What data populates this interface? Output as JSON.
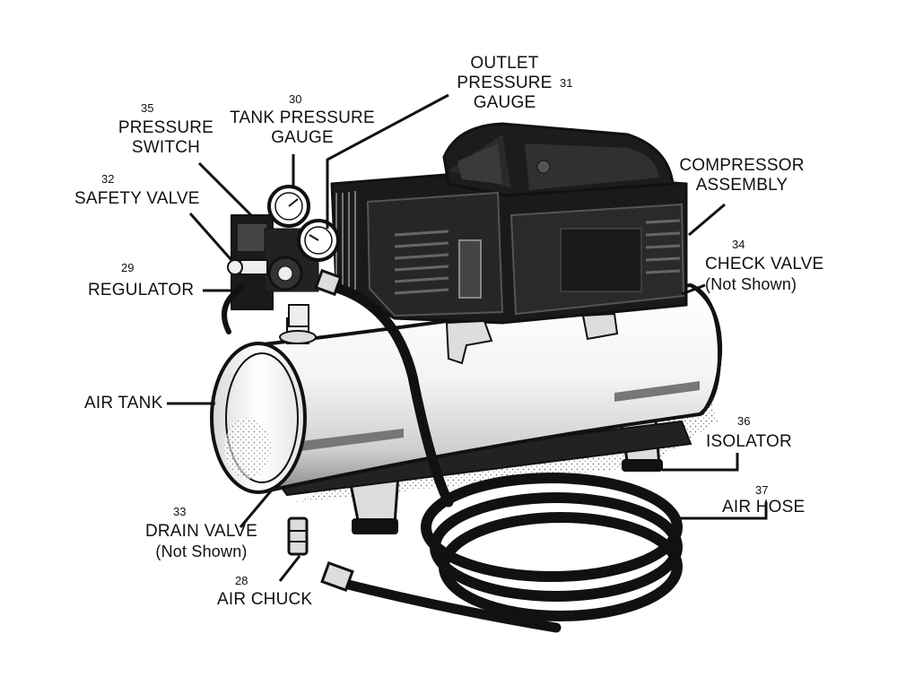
{
  "diagram": {
    "parts": [
      {
        "id": "outlet_gauge",
        "number": "31",
        "lines": [
          "OUTLET",
          "PRESSURE",
          "GAUGE"
        ]
      },
      {
        "id": "tank_gauge",
        "number": "30",
        "lines": [
          "TANK PRESSURE",
          "GAUGE"
        ]
      },
      {
        "id": "pressure_switch",
        "number": "35",
        "lines": [
          "PRESSURE",
          "SWITCH"
        ]
      },
      {
        "id": "safety_valve",
        "number": "32",
        "lines": [
          "SAFETY VALVE"
        ]
      },
      {
        "id": "regulator",
        "number": "29",
        "lines": [
          "REGULATOR"
        ]
      },
      {
        "id": "air_tank",
        "number": "",
        "lines": [
          "AIR TANK"
        ]
      },
      {
        "id": "compressor_assembly",
        "number": "",
        "lines": [
          "COMPRESSOR",
          "ASSEMBLY"
        ]
      },
      {
        "id": "check_valve",
        "number": "34",
        "lines": [
          "CHECK VALVE",
          "(Not Shown)"
        ]
      },
      {
        "id": "isolator",
        "number": "36",
        "lines": [
          "ISOLATOR"
        ]
      },
      {
        "id": "air_hose",
        "number": "37",
        "lines": [
          "AIR HOSE"
        ]
      },
      {
        "id": "drain_valve",
        "number": "33",
        "lines": [
          "DRAIN VALVE",
          "(Not Shown)"
        ]
      },
      {
        "id": "air_chuck",
        "number": "28",
        "lines": [
          "AIR CHUCK"
        ]
      }
    ]
  },
  "colors": {
    "ink": "#111111",
    "paper": "#ffffff",
    "metal": "#f2f2f2",
    "shade": "#9a9a9a"
  }
}
